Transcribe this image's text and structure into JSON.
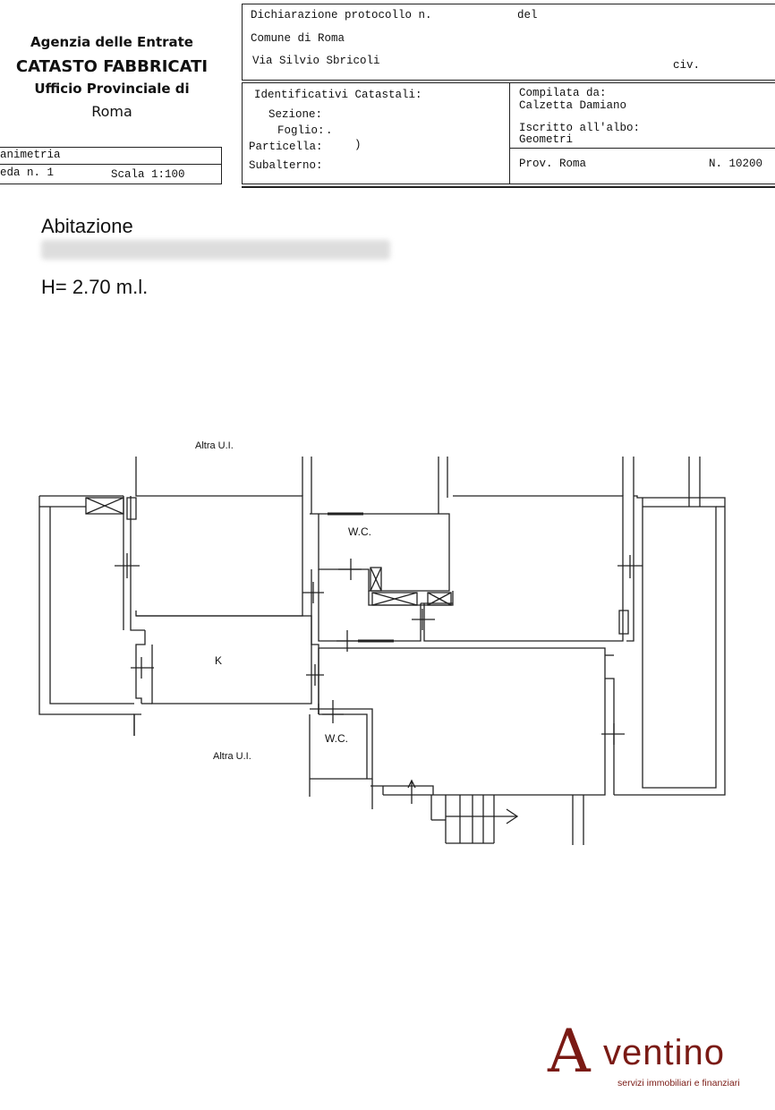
{
  "agency": {
    "line1": "Agenzia delle Entrate",
    "line2": "CATASTO FABBRICATI",
    "line3": "Ufficio Provinciale di",
    "line4": "Roma"
  },
  "plan_box": {
    "title": "animetria",
    "sheet": "eda n. 1",
    "scale": "Scala 1:100"
  },
  "declaration": {
    "protocol_label": "Dichiarazione protocollo n.",
    "del_label": "del",
    "comune": "Comune di Roma",
    "street": "Via Silvio Sbricoli",
    "civ_label": "civ."
  },
  "identifiers": {
    "heading": "Identificativi Catastali:",
    "sezione": "Sezione:",
    "foglio": "Foglio:",
    "foglio_value": ".",
    "particella": "Particella:",
    "particella_value": ")",
    "subalterno": "Subalterno:"
  },
  "compiler": {
    "label": "Compilata da:",
    "name": "Calzetta Damiano",
    "albo_label": "Iscritto all'albo:",
    "albo_value": "Geometri",
    "prov": "Prov. Roma",
    "number": "N. 10200"
  },
  "unit": {
    "type": "Abitazione",
    "height": "H= 2.70 m.l."
  },
  "rooms": {
    "wc_top": "W.C.",
    "kitchen": "K",
    "wc_bottom": "W.C.",
    "neighbor_top": "Altra U.I.",
    "neighbor_bottom": "Altra U.I."
  },
  "logo": {
    "brand_letter": "A",
    "brand_rest": "ventino",
    "tagline": "servizi immobiliari e finanziari"
  },
  "colors": {
    "logo": "#7a1a14",
    "ink": "#111111"
  }
}
